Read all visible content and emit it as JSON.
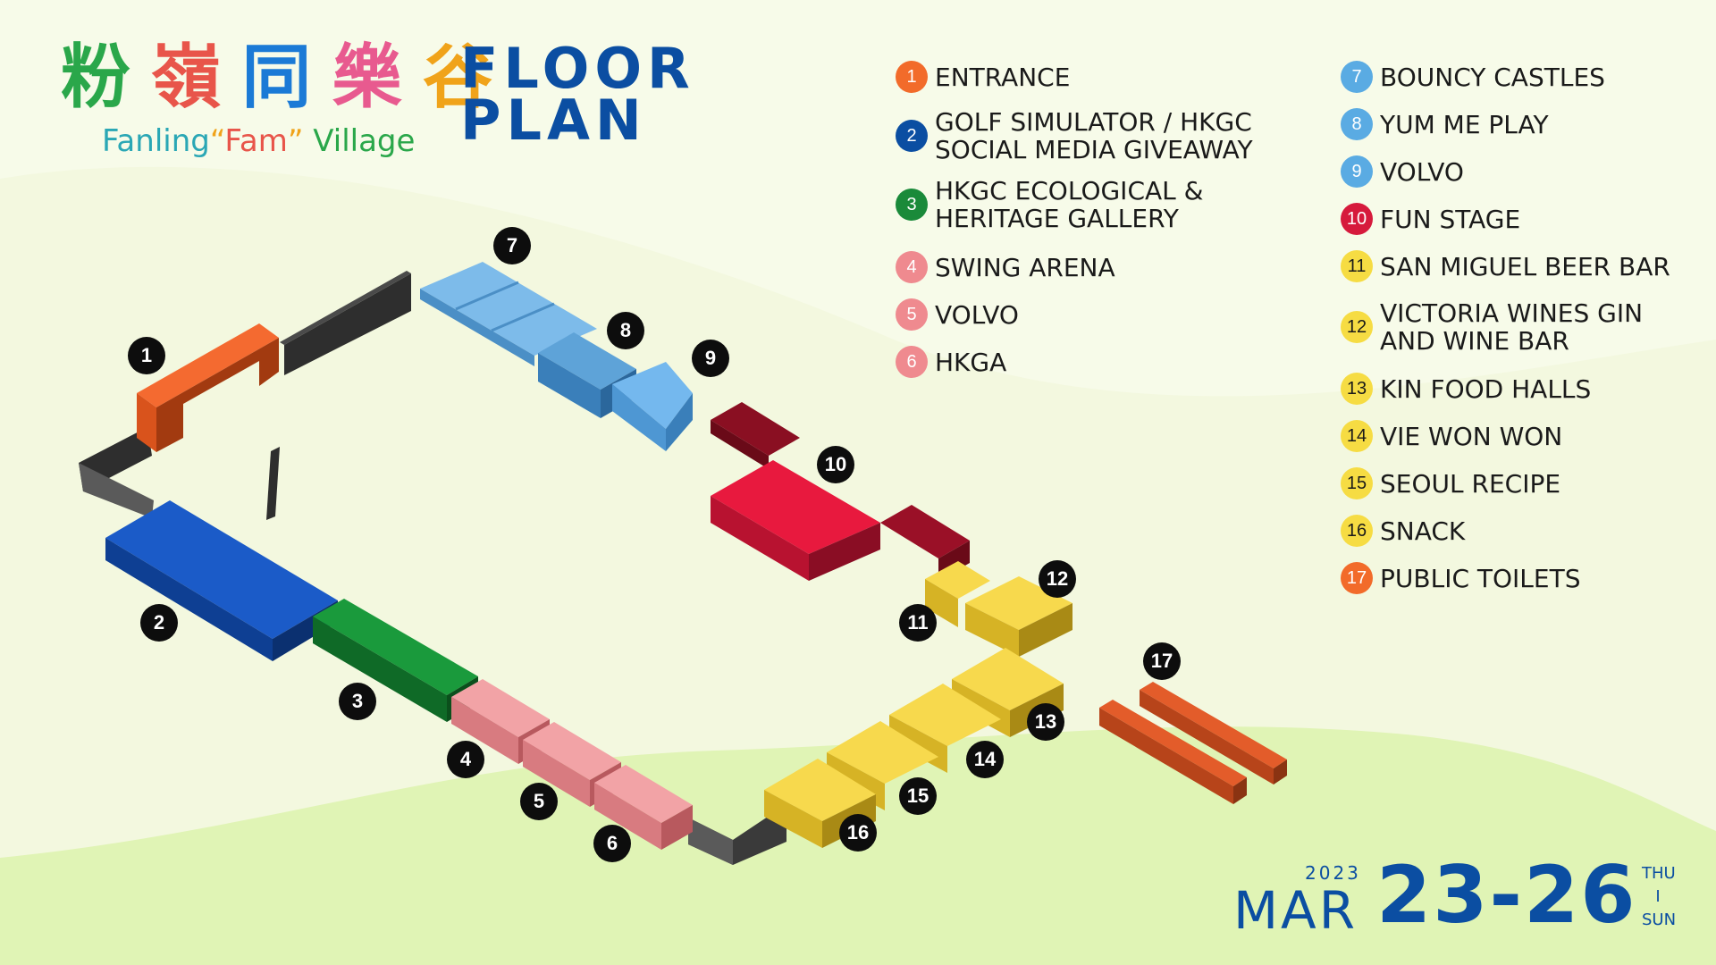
{
  "colors": {
    "background": "#f3f8df",
    "hill": "#e0f4b5",
    "title_blue": "#0b4ea2",
    "marker": "#0d0d0d"
  },
  "logo": {
    "chinese_chars": [
      {
        "char": "粉",
        "color": "#2aa74a"
      },
      {
        "char": "嶺",
        "color": "#e8554a"
      },
      {
        "char": "同",
        "color": "#1b7ad6"
      },
      {
        "char": "樂",
        "color": "#e85a8f"
      },
      {
        "char": "谷",
        "color": "#f0a31a"
      }
    ],
    "english": [
      {
        "text": "Fanling",
        "color": "#2aa7b5"
      },
      {
        "text": "“",
        "color": "#f0a31a"
      },
      {
        "text": "Fam",
        "color": "#e8554a"
      },
      {
        "text": "”",
        "color": "#f0a31a"
      },
      {
        "text": " Village",
        "color": "#2aa74a"
      }
    ]
  },
  "title": {
    "line1": "FLOOR",
    "line2": "PLAN"
  },
  "legend": [
    {
      "num": "1",
      "label": "ENTRANCE",
      "color": "#f26b2a"
    },
    {
      "num": "2",
      "label": "GOLF SIMULATOR / HKGC",
      "label2": "SOCIAL MEDIA GIVEAWAY",
      "color": "#0b4ea2"
    },
    {
      "num": "3",
      "label": "HKGC ECOLOGICAL &",
      "label2": "HERITAGE GALLERY",
      "color": "#1a8a3a"
    },
    {
      "num": "4",
      "label": "SWING ARENA",
      "color": "#ef8a8f"
    },
    {
      "num": "5",
      "label": "VOLVO",
      "color": "#ef8a8f"
    },
    {
      "num": "6",
      "label": "HKGA",
      "color": "#ef8a8f"
    },
    {
      "num": "7",
      "label": "BOUNCY CASTLES",
      "color": "#5aabe3"
    },
    {
      "num": "8",
      "label": "YUM ME PLAY",
      "color": "#5aabe3"
    },
    {
      "num": "9",
      "label": "VOLVO",
      "color": "#5aabe3"
    },
    {
      "num": "10",
      "label": "FUN STAGE",
      "color": "#d61a3c"
    },
    {
      "num": "11",
      "label": "SAN MIGUEL BEER BAR",
      "color": "#f6dc43"
    },
    {
      "num": "12",
      "label": "VICTORIA WINES GIN",
      "label2": "AND WINE BAR",
      "color": "#f6dc43"
    },
    {
      "num": "13",
      "label": "KIN FOOD HALLS",
      "color": "#f6dc43"
    },
    {
      "num": "14",
      "label": "VIE WON WON",
      "color": "#f6dc43"
    },
    {
      "num": "15",
      "label": "SEOUL RECIPE",
      "color": "#f6dc43"
    },
    {
      "num": "16",
      "label": "SNACK",
      "color": "#f6dc43"
    },
    {
      "num": "17",
      "label": "PUBLIC TOILETS",
      "color": "#f26b2a"
    }
  ],
  "markers": [
    "1",
    "2",
    "3",
    "4",
    "5",
    "6",
    "7",
    "8",
    "9",
    "10",
    "11",
    "12",
    "13",
    "14",
    "15",
    "16",
    "17"
  ],
  "date": {
    "year": "2023",
    "month": "MAR",
    "range": "23-26",
    "day_start": "THU",
    "day_sep": "I",
    "day_end": "SUN"
  }
}
